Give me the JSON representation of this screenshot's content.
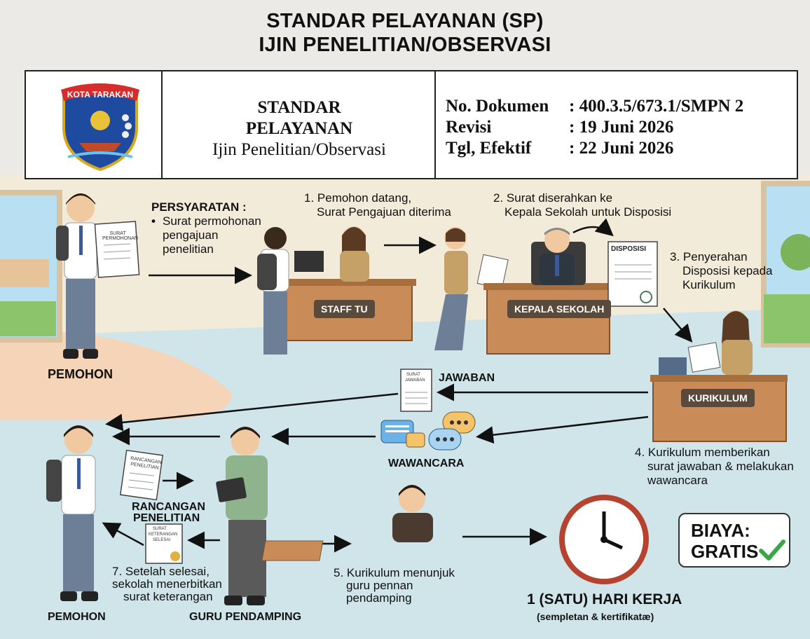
{
  "header": {
    "title_line1": "STANDAR PELAYANAN (SP)",
    "title_line2": "IJIN PENELITIAN/OBSERVASI",
    "logo_text": "KOTA TARAKAN",
    "center_line1": "STANDAR",
    "center_line2": "PELAYANAN",
    "center_line3": "Ijin Penelitian/Observasi",
    "doc": [
      {
        "key": "No. Dokumen",
        "value": ": 400.3.5/673.1/SMPN 2"
      },
      {
        "key": "Revisi",
        "value": ": 19 Juni 2026"
      },
      {
        "key": "Tgl, Efektif",
        "value": ": 22 Juni 2026"
      }
    ]
  },
  "requirements": {
    "title": "PERSYARATAN :",
    "bullet": "•",
    "item_line1": "Surat permohonan",
    "item_line2": "pengajuan",
    "item_line3": "penelitian"
  },
  "steps": {
    "s1_line1": "1. Pemohon datang,",
    "s1_line2": "Surat Pengajuan diterima",
    "s2_line1": "2. Surat diserahkan ke",
    "s2_line2": "Kepala Sekolah untuk Disposisi",
    "s3_line1": "3. Penyerahan",
    "s3_line2": "Disposisi kepada",
    "s3_line3": "Kurikulum",
    "s4_line1": "4. Kurikulum memberikan",
    "s4_line2": "surat jawaban & melakukan",
    "s4_line3": "wawancara",
    "s5_line1": "5. Kurikulum menunjuk",
    "s5_line2": "guru pennan",
    "s5_line3": "pendamping",
    "s7_line1": "7. Setelah selesai,",
    "s7_line2": "sekolah menerbitkan",
    "s7_line3": "surat keterangan"
  },
  "roles": {
    "pemohon_top": "PEMOHON",
    "pemohon_bottom": "PEMOHON",
    "guru": "GURU PENDAMPING",
    "staff_tu": "STAFF TU",
    "kepala": "KEPALA SEKOLAH",
    "kurikulum": "KURIKULUM"
  },
  "docs": {
    "surat_permohonan": "SURAT PERMOHONAN",
    "disposisi": "DISPOSISI",
    "surat_jawaban_1": "SURAT",
    "surat_jawaban_2": "JAWABAN",
    "jawaban_label": "JAWABAN",
    "wawancara_label": "WAWANCARA",
    "rancangan_doc_1": "RANCANGAN",
    "rancangan_doc_2": "PENELITIAN",
    "rancangan_label_1": "RANCANGAN",
    "rancangan_label_2": "PENELITIAN",
    "ket_doc_1": "SURAT",
    "ket_doc_2": "KETERANGAN",
    "ket_doc_3": "SELESAI"
  },
  "time": {
    "label": "1 (SATU) HARI KERJA",
    "sub": "(sempletan & kertifikatæ)"
  },
  "fee": {
    "line1": "BIAYA:",
    "line2": "GRATIS"
  },
  "colors": {
    "floor": "#c9e1e8",
    "wall": "#f4ecd9",
    "desk": "#c98c58",
    "tag": "#5a4a3c",
    "check": "#3aa64a",
    "clock_rim": "#b5432f"
  }
}
